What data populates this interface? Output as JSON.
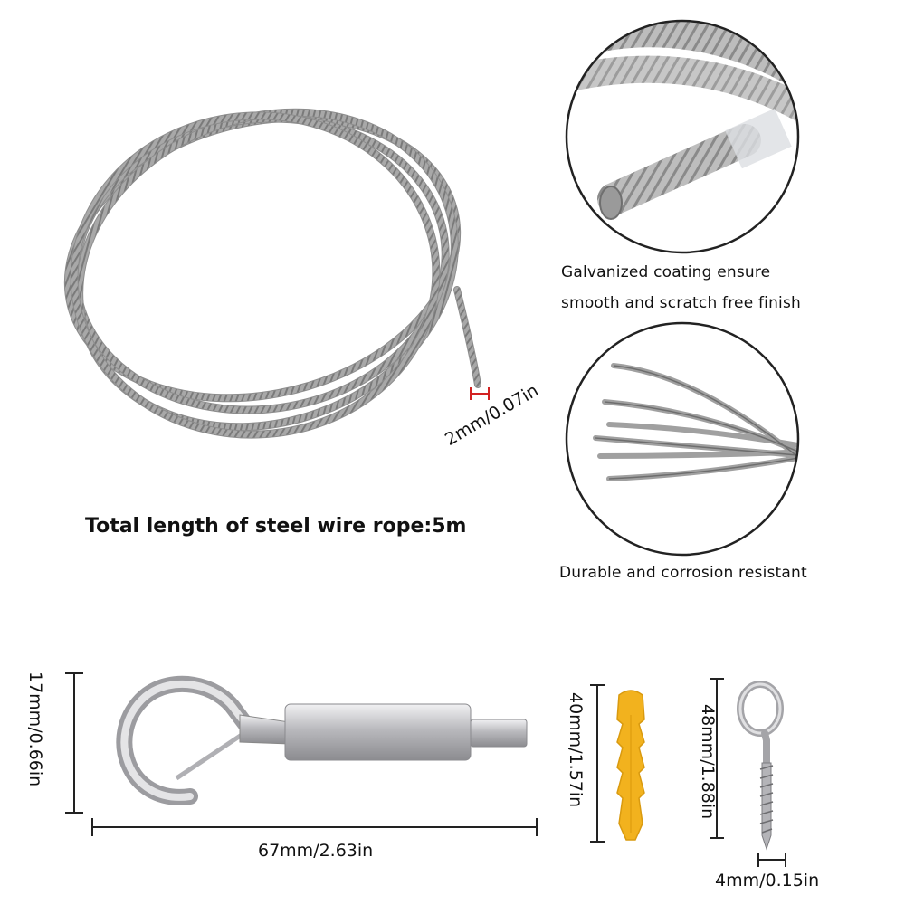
{
  "wire": {
    "total_length_caption": "Total length of steel wire rope:5m",
    "diameter_label": "2mm/0.07in"
  },
  "callouts": {
    "coating": {
      "line1": "Galvanized coating ensure",
      "line2": "smooth and scratch free finish"
    },
    "durable": {
      "line1": "Durable and corrosion resistant"
    }
  },
  "hook": {
    "height_label": "17mm/0.66in",
    "length_label": "67mm/2.63in"
  },
  "anchor": {
    "length_label": "40mm/1.57in"
  },
  "eye_screw": {
    "height_label": "48mm/1.88in",
    "width_label": "4mm/0.15in"
  },
  "colors": {
    "wire": "#9a9a9a",
    "metal": "#c8c8cc",
    "anchor": "#f2b21e",
    "dim_marker": "#d22222",
    "text": "#111111"
  }
}
